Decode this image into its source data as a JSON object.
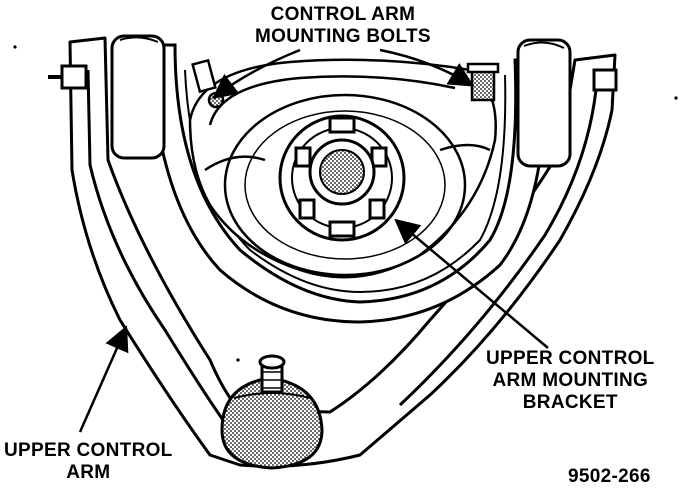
{
  "labels": {
    "bolts": [
      "CONTROL ARM",
      "MOUNTING BOLTS"
    ],
    "bracket": [
      "UPPER CONTROL",
      "ARM MOUNTING",
      "BRACKET"
    ],
    "arm": [
      "UPPER CONTROL",
      "ARM"
    ]
  },
  "figure_number": "9502-266",
  "colors": {
    "ink": "#000000",
    "paper": "#ffffff"
  }
}
